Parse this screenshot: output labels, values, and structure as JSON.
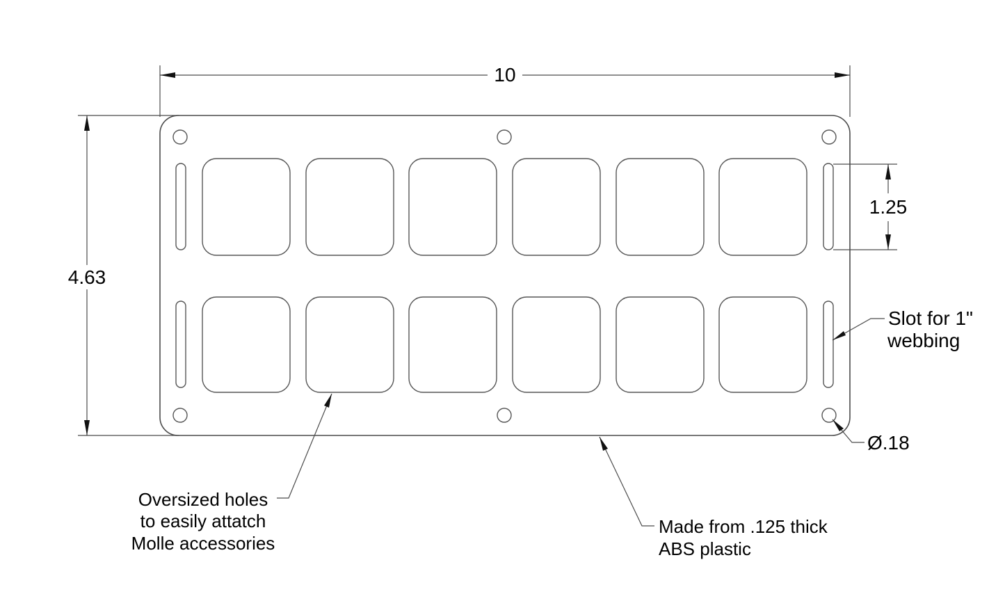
{
  "drawing": {
    "dimensions": {
      "overall_width": "10",
      "overall_height": "4.63",
      "slot_length": "1.25",
      "hole_diameter": "Ø.18"
    },
    "notes": {
      "slot": {
        "line1": "Slot for 1\"",
        "line2": "webbing"
      },
      "holes": {
        "line1": "Oversized holes",
        "line2": "to easily attatch",
        "line3": "Molle accessories"
      },
      "material": {
        "line1": "Made from .125 thick",
        "line2": "ABS plastic"
      }
    },
    "colors": {
      "line": "#4b4b4b",
      "cutout_line": "#555555",
      "text": "#000000",
      "background": "#ffffff"
    }
  }
}
